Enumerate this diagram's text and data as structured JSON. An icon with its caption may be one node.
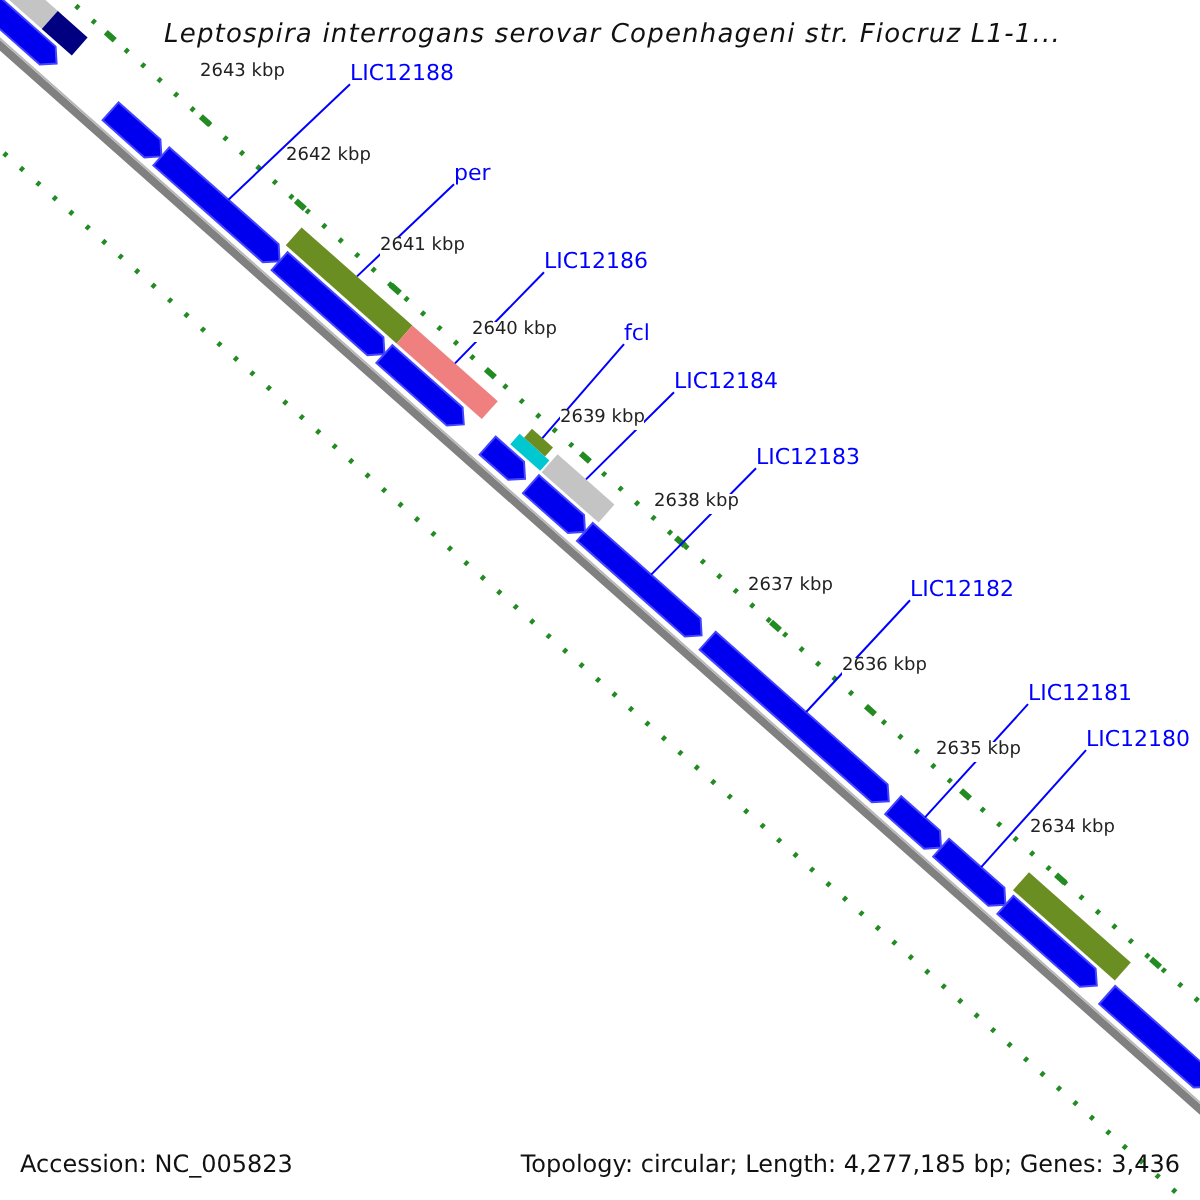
{
  "diagram": {
    "title": "Leptospira interrogans serovar Copenhageni str. Fiocruz L1-1...",
    "nodes": [
      {
        "text": [
          "LIC12188"
        ]
      },
      {
        "text": [
          "per"
        ]
      },
      {
        "text": [
          "LIC12186"
        ]
      },
      {
        "text": [
          "fcl"
        ]
      },
      {
        "text": [
          "LIC12184"
        ]
      },
      {
        "text": [
          "LIC12183"
        ]
      },
      {
        "text": [
          "LIC12182"
        ]
      },
      {
        "text": [
          "LIC12181"
        ]
      },
      {
        "text": [
          "LIC12180"
        ]
      },
      {
        "text": [],
        "shape": "bar"
      },
      {
        "text": [],
        "shape": "bar"
      },
      {
        "text": [],
        "shape": "bar"
      },
      {
        "text": [],
        "shape": "bar"
      },
      {
        "text": [],
        "shape": "bar"
      },
      {
        "text": [],
        "shape": "bar"
      },
      {
        "text": [],
        "shape": "bar"
      },
      {
        "text": [],
        "shape": "bar"
      },
      {
        "text": [],
        "shape": "bar"
      },
      {
        "text": [],
        "shape": "bar"
      },
      {
        "text": [],
        "shape": "bar"
      },
      {
        "text": [],
        "shape": "bar"
      },
      {
        "text": [],
        "shape": "bar"
      },
      {
        "text": [],
        "shape": "bar"
      },
      {
        "text": [],
        "shape": "bar"
      },
      {
        "text": [],
        "shape": "bar"
      },
      {
        "text": [],
        "shape": "bar"
      },
      {
        "text": [],
        "shape": "bar"
      },
      {
        "text": [],
        "shape": "bar"
      },
      {
        "text": [],
        "shape": "bar"
      },
      {
        "text": [],
        "shape": "bar"
      }
    ],
    "edges": [
      {
        "from": 0,
        "to": 13,
        "arrow": "none"
      },
      {
        "from": 1,
        "to": 14,
        "arrow": "none"
      },
      {
        "from": 2,
        "to": 17,
        "arrow": "none"
      },
      {
        "from": 3,
        "to": 20,
        "arrow": "none"
      },
      {
        "from": 4,
        "to": 22,
        "arrow": "none"
      },
      {
        "from": 5,
        "to": 23,
        "arrow": "none"
      },
      {
        "from": 6,
        "to": 24,
        "arrow": "none"
      },
      {
        "from": 7,
        "to": 25,
        "arrow": "none"
      },
      {
        "from": 8,
        "to": 26,
        "arrow": "none"
      }
    ],
    "labels": [
      "2643 kbp",
      "2642 kbp",
      "2641 kbp",
      "2640 kbp",
      "2639 kbp",
      "2638 kbp",
      "2637 kbp",
      "2636 kbp",
      "2635 kbp",
      "2634 kbp",
      "Accession: NC_005823",
      "Topology: circular; Length: 4,277,185 bp; Genes: 3,436"
    ]
  }
}
